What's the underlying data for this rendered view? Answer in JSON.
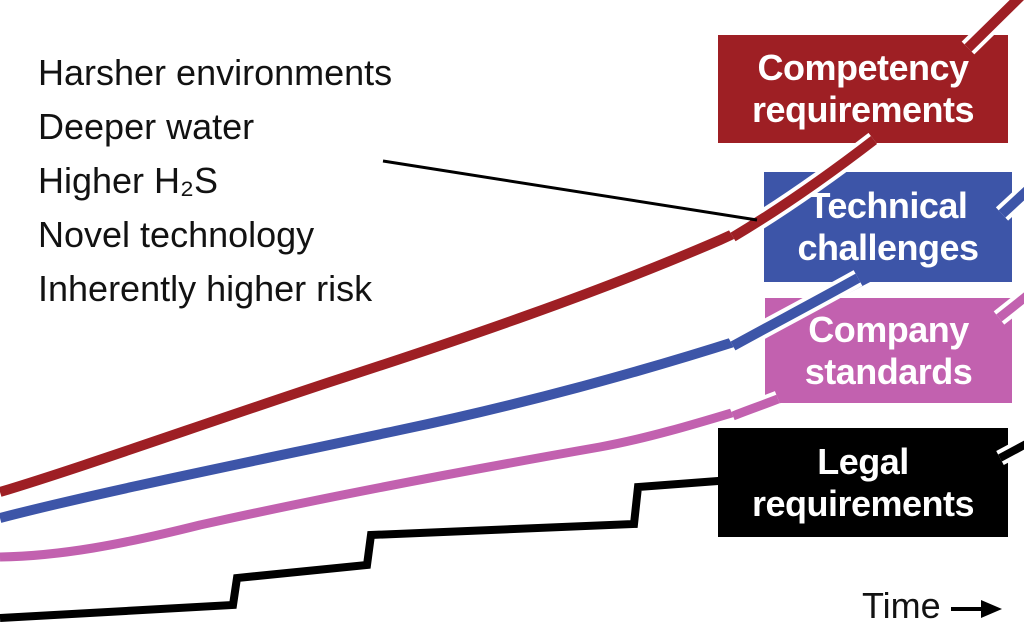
{
  "diagram": {
    "drivers": [
      "Harsher environments",
      "Deeper water",
      "Higher H₂S",
      "Novel technology",
      "Inherently higher risk"
    ],
    "labels": [
      {
        "line1": "Competency",
        "line2": "requirements",
        "color": "#9e1f24"
      },
      {
        "line1": "Technical",
        "line2": "challenges",
        "color": "#3d55a8"
      },
      {
        "line1": "Company",
        "line2": "standards",
        "color": "#c261af"
      },
      {
        "line1": "Legal",
        "line2": "requirements",
        "color": "#000000"
      }
    ],
    "time_label": "Time",
    "colors": {
      "competency_curve": "#9e1f24",
      "technical_curve": "#3d55a8",
      "company_curve": "#c261af",
      "legal_curve": "#000000",
      "annotation_line": "#000000",
      "label_text": "#ffffff",
      "body_text": "#121212",
      "background": "#ffffff"
    }
  },
  "chart_data": {
    "type": "line",
    "title": "",
    "xlabel": "Time",
    "ylabel": "",
    "axes_shown": false,
    "legend_position": "boxes-on-curves-right",
    "annotation": "Pointer line links driver list (Harsher environments, Deeper water, Higher H₂S, Novel technology, Inherently higher risk) to the Competency requirements curve",
    "series": [
      {
        "name": "Competency requirements",
        "color": "#9e1f24",
        "shape": "smooth curve, rising, steepest; exits top-right"
      },
      {
        "name": "Technical challenges",
        "color": "#3d55a8",
        "shape": "smooth curve, rising, second steepest"
      },
      {
        "name": "Company standards",
        "color": "#c261af",
        "shape": "smooth curve, rising, third steepest"
      },
      {
        "name": "Legal requirements",
        "color": "#000000",
        "shape": "stair-step line, rising in three discrete steps"
      }
    ]
  }
}
